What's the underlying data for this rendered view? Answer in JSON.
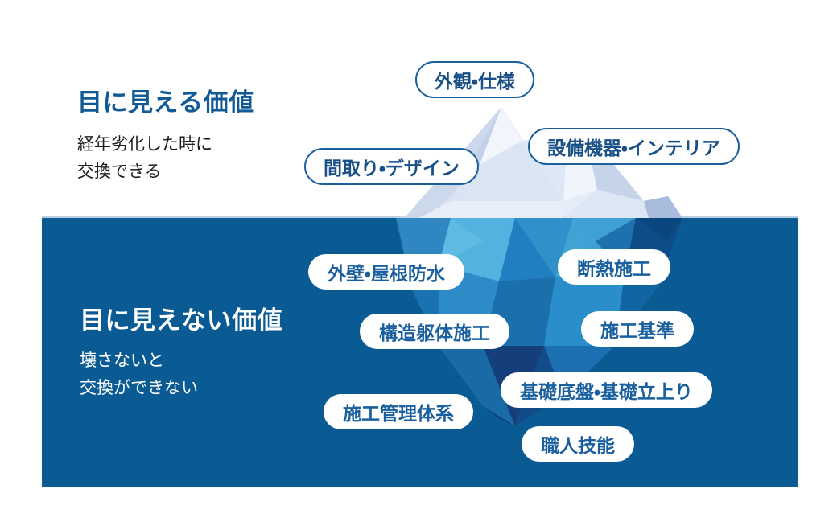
{
  "diagram": {
    "title": "目に見える価値 / 目に見えない価値 アイスバーグ図",
    "water_color": "#0a5b93",
    "accent_color": "#115a96"
  },
  "above_water": {
    "heading": "目に見える価値",
    "subtext": "経年劣化した時に\n交換できる",
    "pills": [
      {
        "label": "外観・仕様"
      },
      {
        "label": "間取り・デザイン"
      },
      {
        "label": "設備機器・インテリア"
      }
    ]
  },
  "below_water": {
    "heading": "目に見えない価値",
    "subtext": "壊さないと\n交換ができない",
    "pills": [
      {
        "label": "外壁・屋根防水"
      },
      {
        "label": "断熱施工"
      },
      {
        "label": "構造躯体施工"
      },
      {
        "label": "施工基準"
      },
      {
        "label": "基礎底盤・基礎立上り"
      },
      {
        "label": "施工管理体系"
      },
      {
        "label": "職人技能"
      }
    ]
  }
}
